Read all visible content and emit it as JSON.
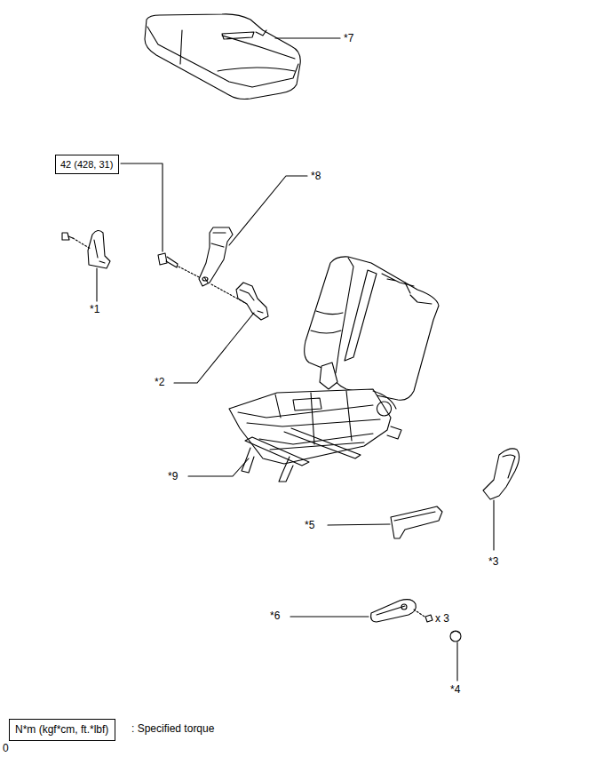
{
  "diagram": {
    "nodes": [
      {
        "text": [
          "42 (428, 31)"
        ]
      },
      {
        "text": [
          "N*m (kgf*cm, ft.*lbf)"
        ]
      }
    ],
    "labels": [
      "*7",
      "*8",
      "*1",
      "*2",
      "*9",
      "*5",
      "*3",
      "*6",
      "x 3",
      "*4",
      ": Specified torque",
      "0"
    ]
  }
}
